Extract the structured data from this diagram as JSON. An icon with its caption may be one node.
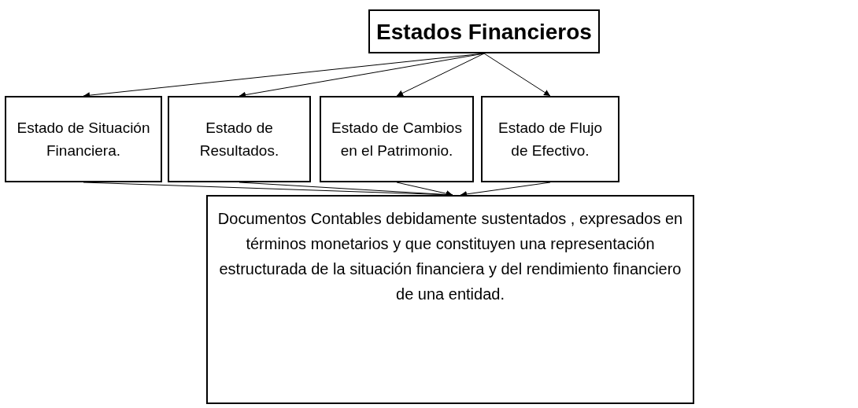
{
  "diagram": {
    "nodes": [
      {
        "text": [
          "Estados Financieros"
        ]
      },
      {
        "text": [
          "Estado de Situación Financiera."
        ]
      },
      {
        "text": [
          "Estado de Resultados."
        ]
      },
      {
        "text": [
          "Estado de Cambios en el Patrimonio."
        ]
      },
      {
        "text": [
          "Estado de Flujo de Efectivo."
        ]
      },
      {
        "text": [
          "Documentos Contables debidamente sustentados , expresados en términos monetarios y que constituyen una representación estructurada de la situación financiera y del rendimiento financiero de una entidad."
        ]
      }
    ],
    "edges": [
      {
        "from": 0,
        "to": 1,
        "arrow": "to"
      },
      {
        "from": 0,
        "to": 2,
        "arrow": "to"
      },
      {
        "from": 0,
        "to": 3,
        "arrow": "to"
      },
      {
        "from": 0,
        "to": 4,
        "arrow": "to"
      },
      {
        "from": 1,
        "to": 5,
        "arrow": "to"
      },
      {
        "from": 2,
        "to": 5,
        "arrow": "to"
      },
      {
        "from": 3,
        "to": 5,
        "arrow": "to"
      },
      {
        "from": 4,
        "to": 5,
        "arrow": "to"
      }
    ]
  }
}
